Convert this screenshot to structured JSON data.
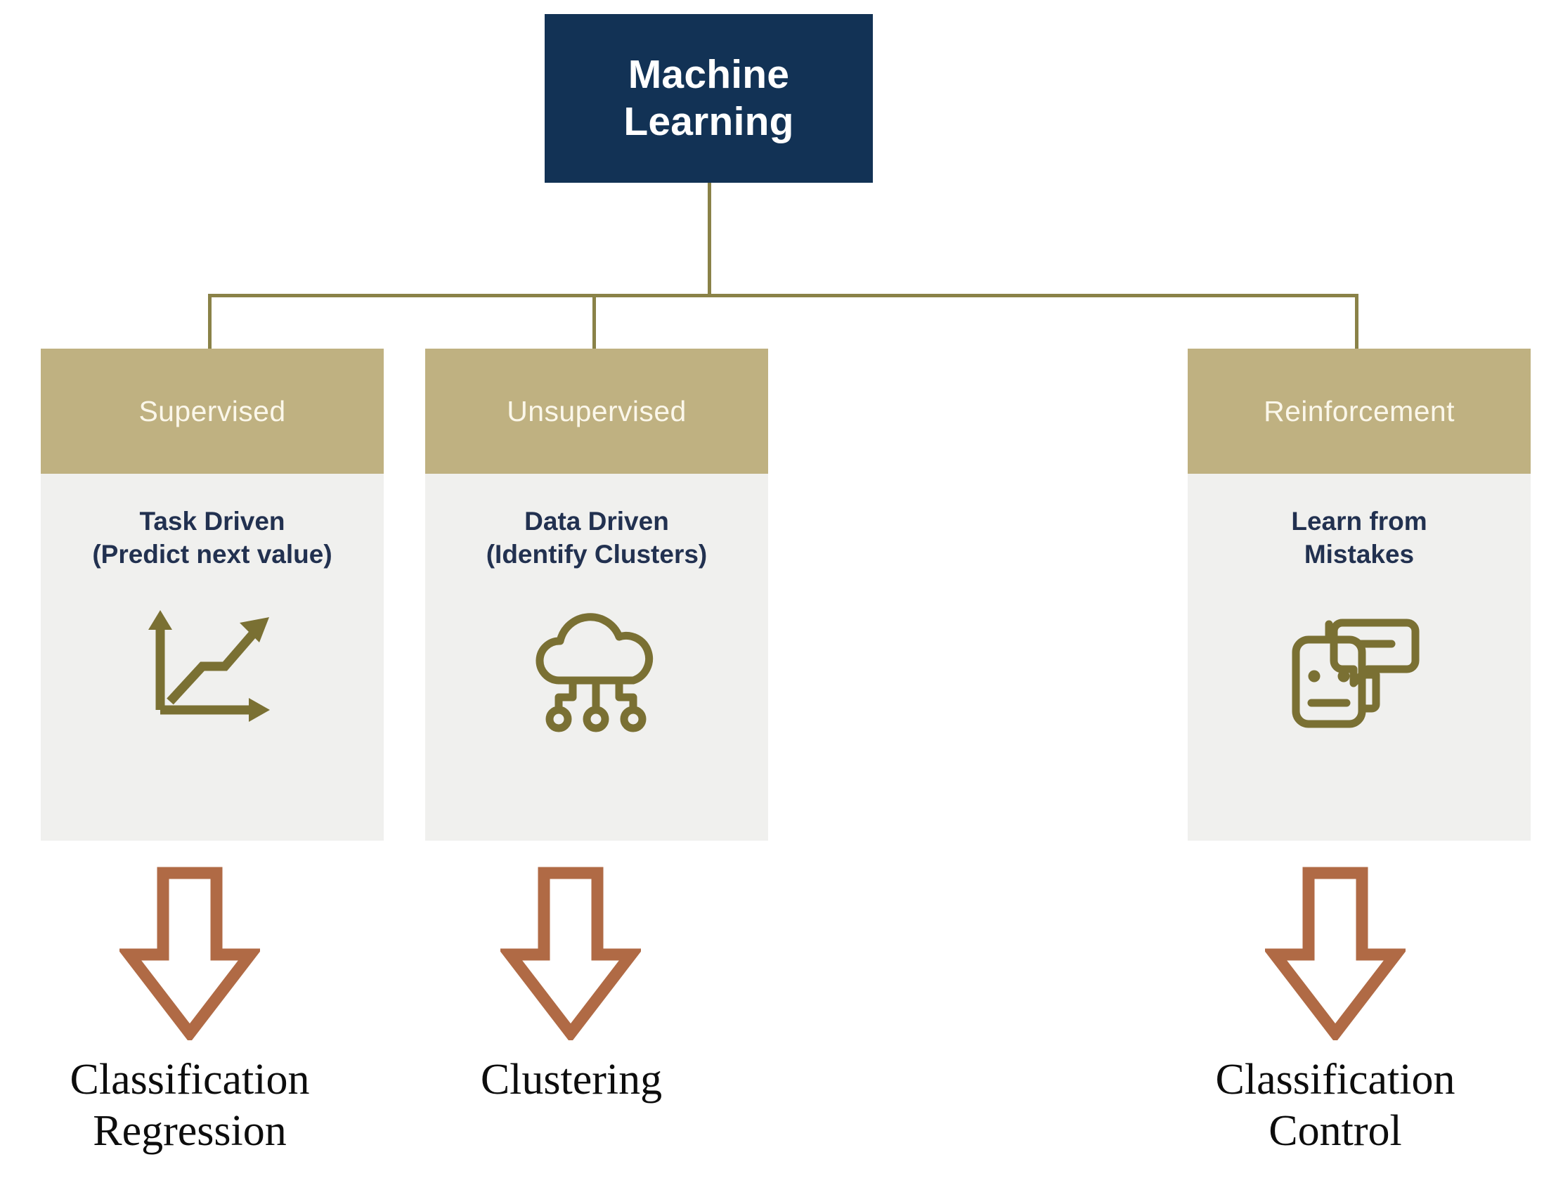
{
  "diagram": {
    "title": "Machine Learning",
    "root": {
      "label": "Machine\nLearning",
      "bg_color": "#123255",
      "text_color": "#ffffff"
    },
    "colors": {
      "root_navy": "#123255",
      "header_tan": "#bfb181",
      "body_gray": "#f0f0ee",
      "connector_olive": "#8a8248",
      "icon_olive": "#7a7033",
      "arrow_terracotta": "#b06a45",
      "desc_navy": "#223150",
      "outcome_black": "#0d0d0d"
    },
    "branches": [
      {
        "header": "Supervised",
        "description": "Task Driven\n(Predict next value)",
        "icon": "line-chart-icon",
        "arrow": "down-arrow-icon",
        "outcome": "Classification\nRegression"
      },
      {
        "header": "Unsupervised",
        "description": "Data Driven\n(Identify Clusters)",
        "icon": "cloud-network-icon",
        "arrow": "down-arrow-icon",
        "outcome": "Clustering"
      },
      {
        "header": "Reinforcement",
        "description": "Learn from\nMistakes",
        "icon": "robot-chat-icon",
        "arrow": "down-arrow-icon",
        "outcome": "Classification\nControl"
      }
    ]
  }
}
